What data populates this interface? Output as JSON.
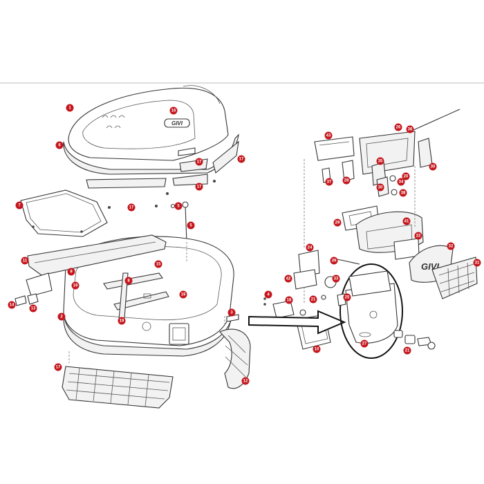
{
  "diagram": {
    "brand_logo": "GIVI",
    "accent_color": "#c4161c",
    "callouts": [
      "1",
      "16",
      "6",
      "17",
      "17",
      "17",
      "7",
      "17",
      "5",
      "5",
      "11",
      "9",
      "8",
      "15",
      "19",
      "19",
      "19",
      "14",
      "13",
      "2",
      "17",
      "3",
      "4",
      "18",
      "12",
      "43",
      "26",
      "36",
      "35",
      "30",
      "30",
      "34",
      "38",
      "20",
      "29",
      "41",
      "22",
      "32",
      "31",
      "24",
      "39",
      "42",
      "33",
      "21",
      "10",
      "27",
      "21",
      "25",
      "28",
      "37"
    ]
  }
}
